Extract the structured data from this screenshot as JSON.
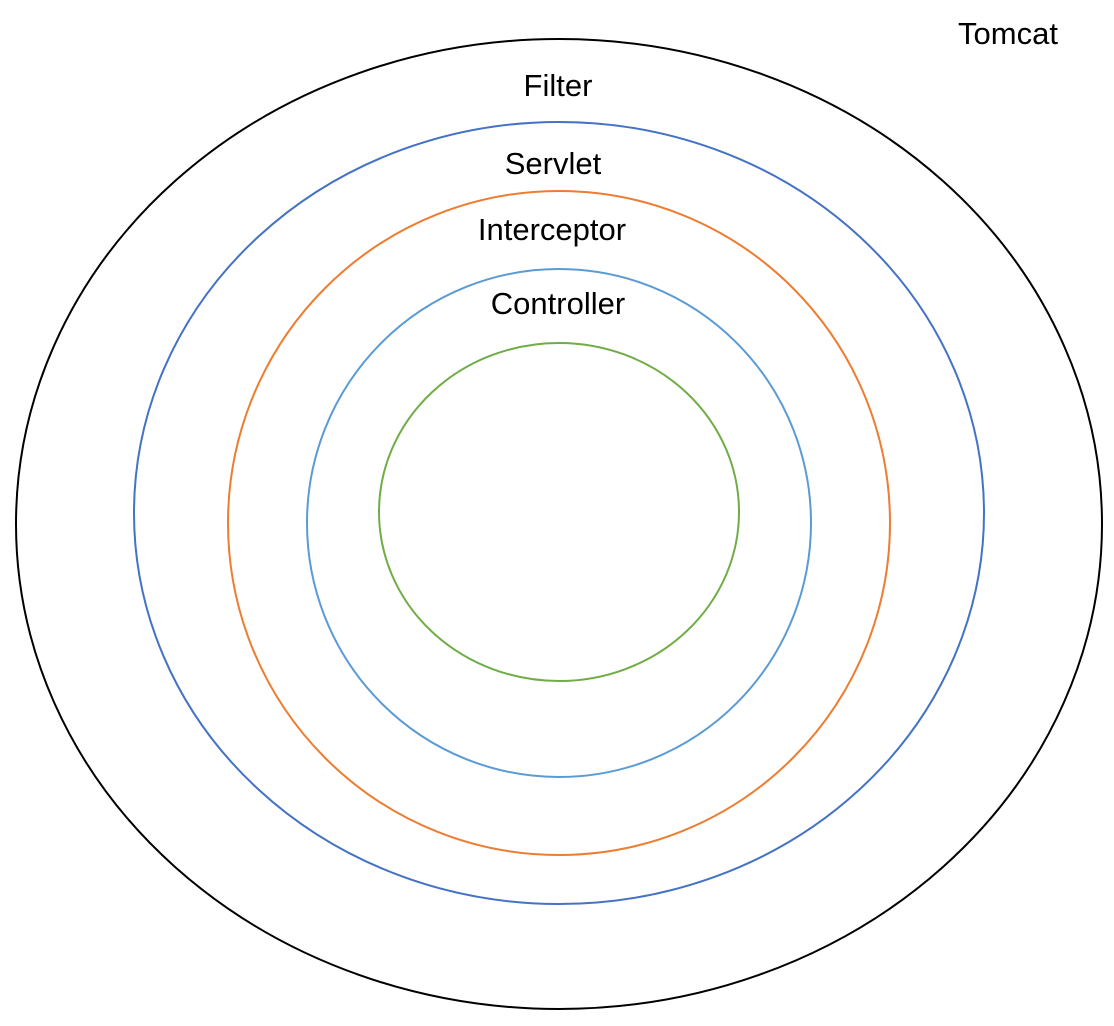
{
  "diagram": {
    "labels": {
      "tomcat": "Tomcat",
      "filter": "Filter",
      "servlet": "Servlet",
      "interceptor": "Interceptor",
      "controller": "Controller"
    },
    "colors": {
      "tomcat": "#000000",
      "filter": "#4472C4",
      "servlet": "#ED7D31",
      "interceptor": "#5B9BD5",
      "controller": "#70AD47"
    }
  }
}
